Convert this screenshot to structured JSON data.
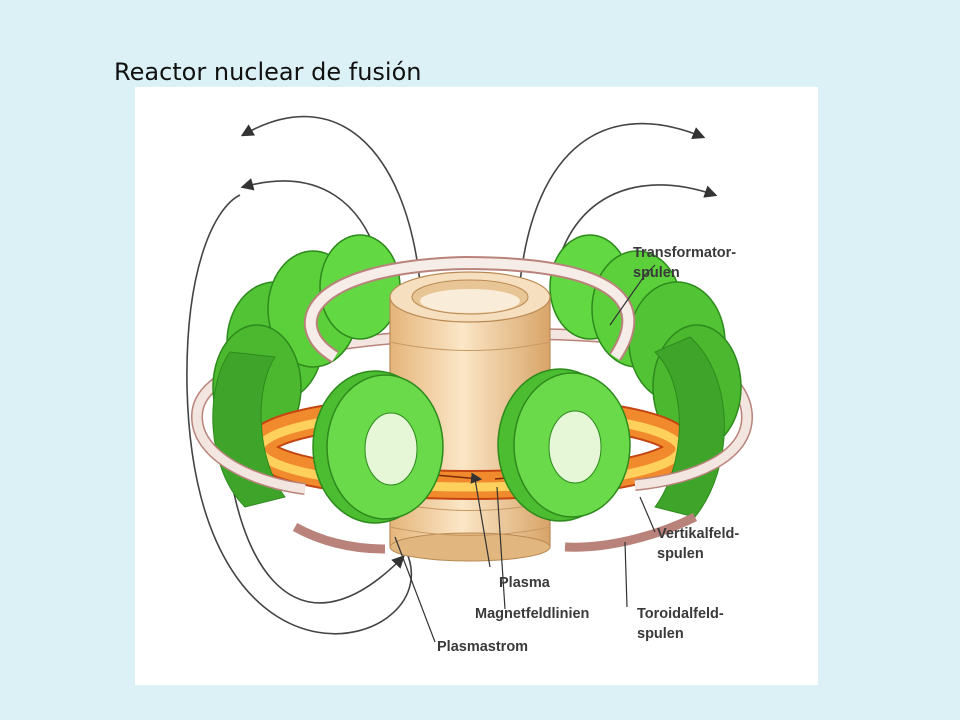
{
  "slide": {
    "title": "Reactor nuclear de fusión"
  },
  "diagram": {
    "labels": {
      "transformator_1": "Transformator-",
      "transformator_2": "spulen",
      "vertikal_1": "Vertikalfeld-",
      "vertikal_2": "spulen",
      "toroidal_1": "Toroidalfeld-",
      "toroidal_2": "spulen",
      "plasma": "Plasma",
      "magnet": "Magnetfeldlinien",
      "plasmastrom": "Plasmastrom"
    },
    "colors": {
      "coil_green": "#5cd23a",
      "coil_green_dark": "#2f9a1f",
      "column": "#f4d7ab",
      "column_dark": "#c99a5e",
      "ring": "#f1e4df",
      "plasma": "#e8701e",
      "plasma_core": "#ffd25c"
    }
  }
}
